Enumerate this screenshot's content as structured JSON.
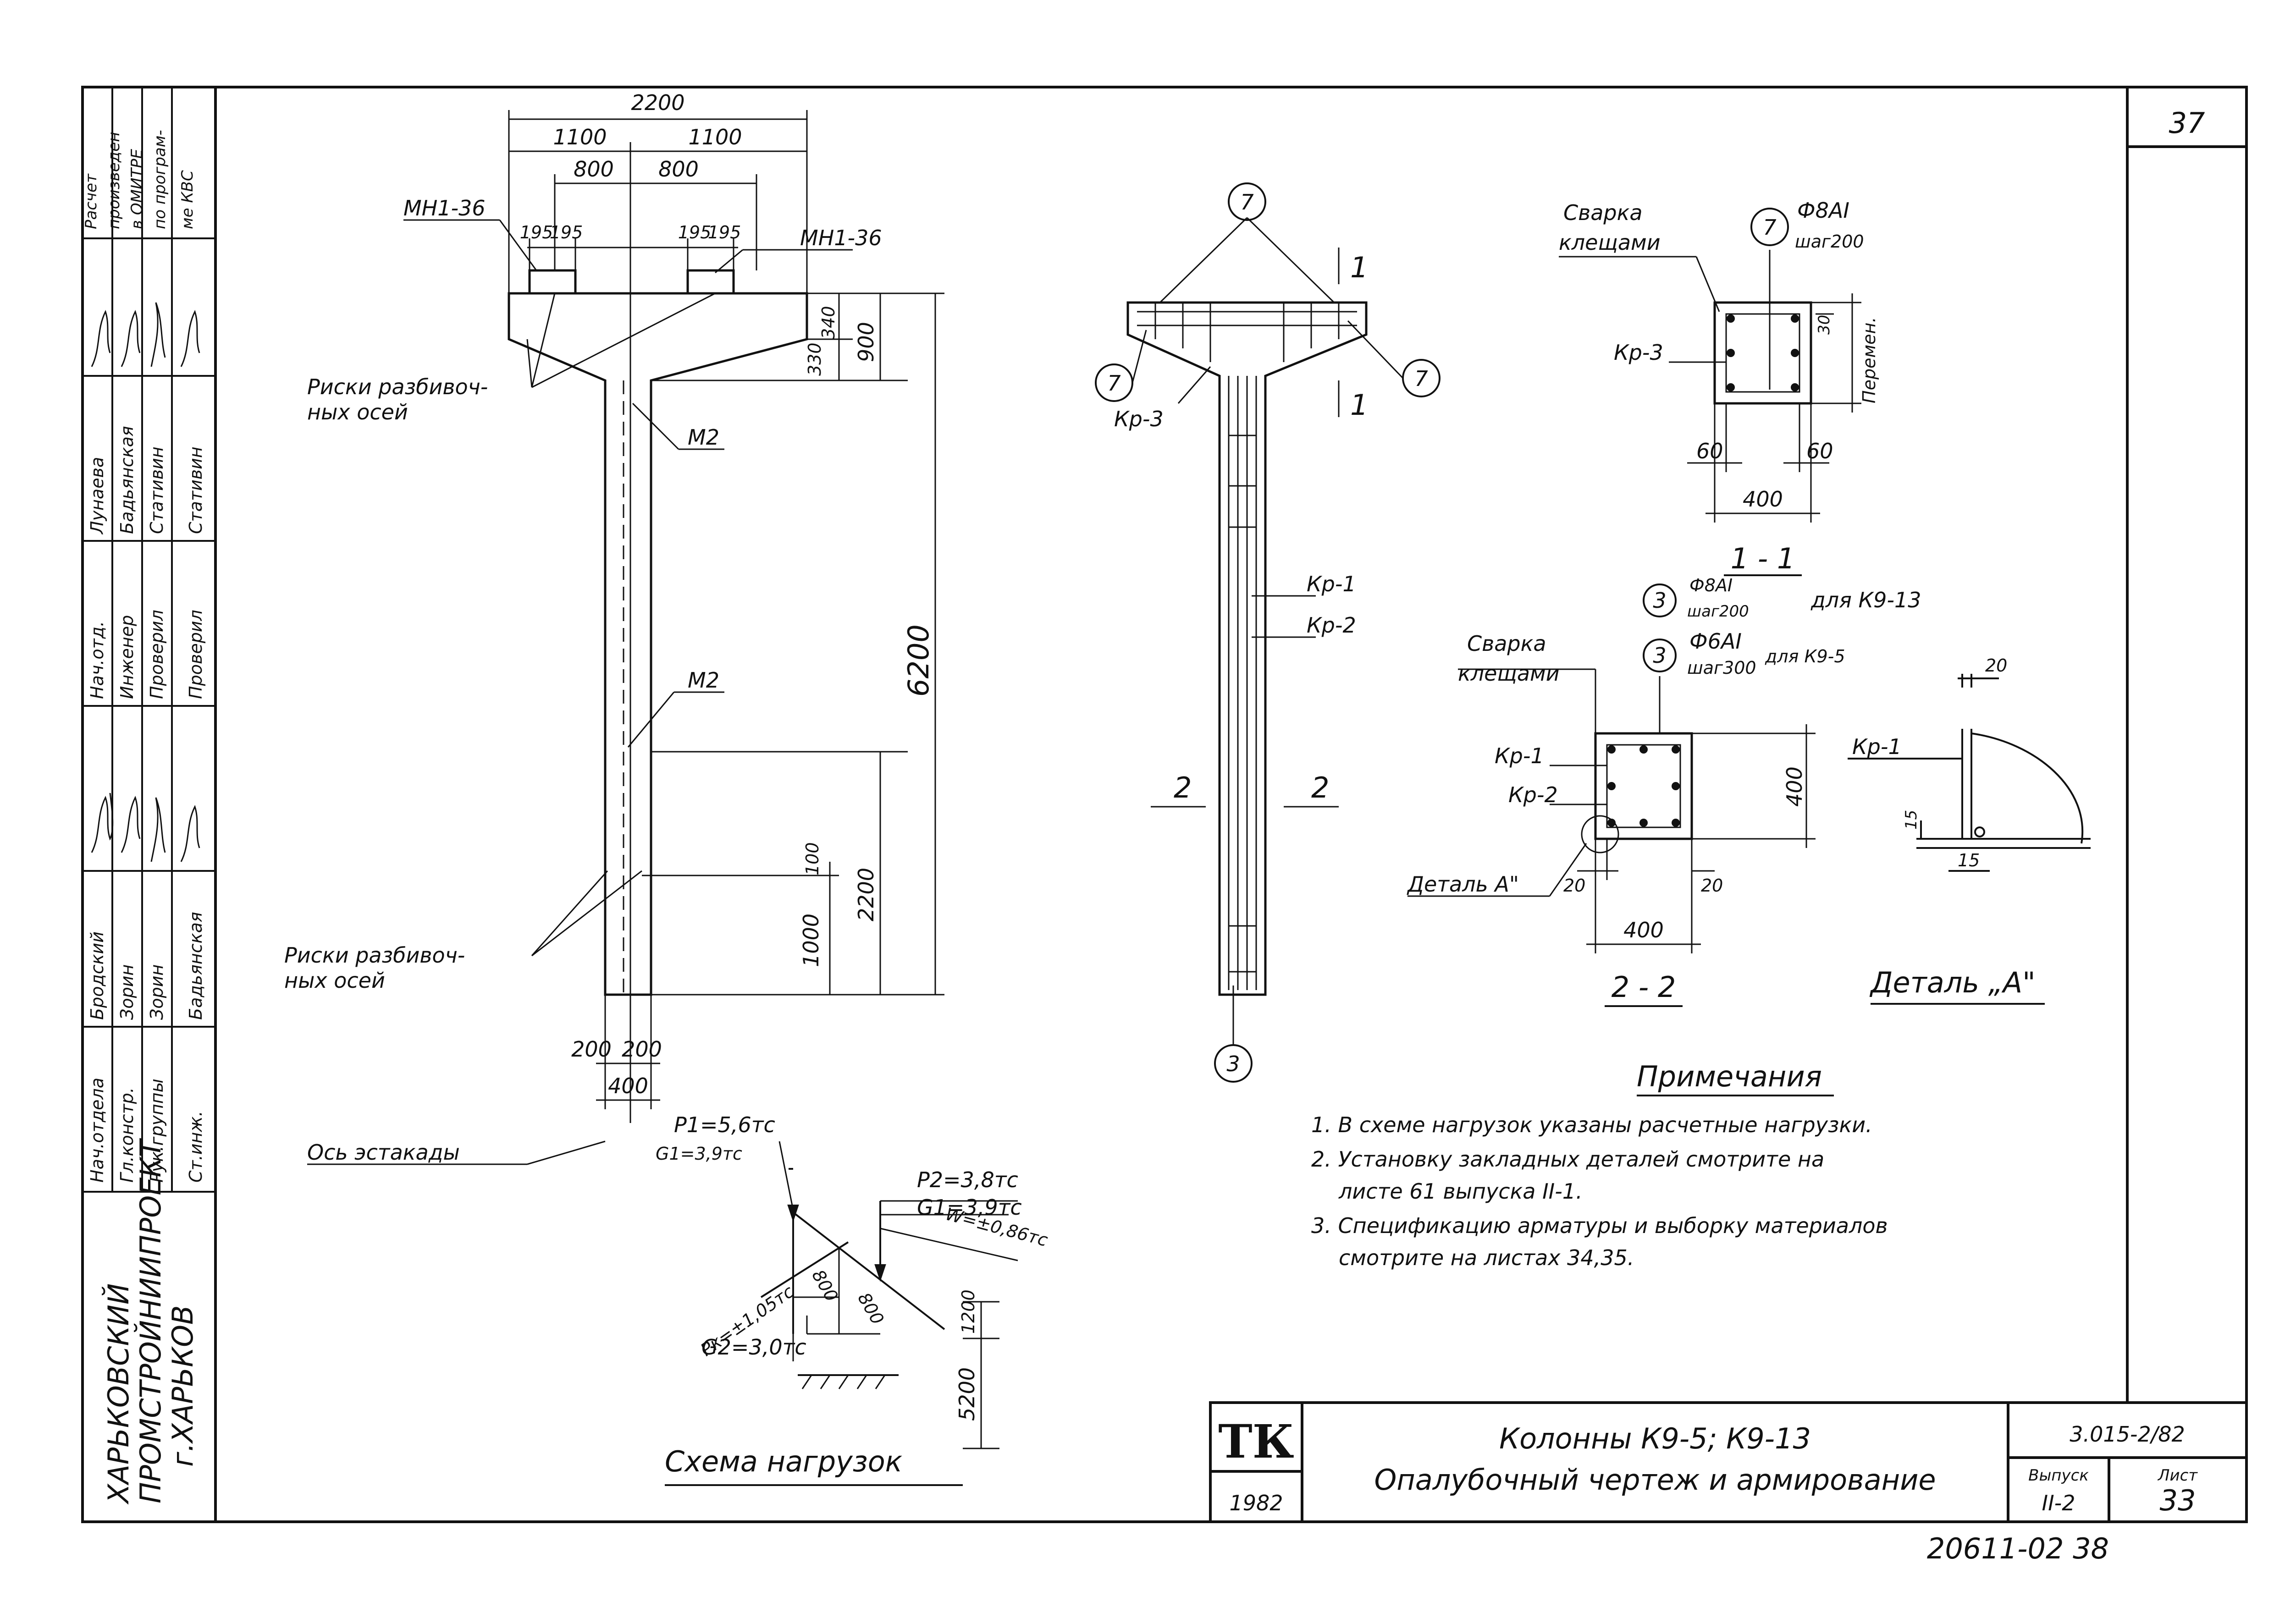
{
  "sheet_number": "37",
  "stamp_bottom": "20611-02  38",
  "organization": {
    "line1": "ХАРЬКОВСКИЙ",
    "line2": "ПРОМСТРОЙНИИПРОЕКТ",
    "line3": "г.ХАРЬКОВ"
  },
  "staff_table": {
    "roles": [
      "Нач.отдела",
      "Гл.констр.",
      "Рук.группы",
      "Ст.инж."
    ],
    "names": [
      "Бродский",
      "Зорин",
      "Зорин",
      "Бадьянская"
    ],
    "roles2": [
      "Нач.отд.",
      "Инженер",
      "Проверил",
      "Проверил"
    ],
    "names2": [
      "Лунаева",
      "Бадьянская",
      "Стативин",
      "Стативин"
    ],
    "calc_note": [
      "Расчет",
      "произведен",
      "в ОМИТРЕ",
      "по програм-",
      "ме КВС"
    ]
  },
  "title_block": {
    "logo": "ТК",
    "year": "1982",
    "title_line1": "Колонны К9-5; К9-13",
    "title_line2": "Опалубочный чертеж и армирование",
    "code": "3.015-2/82",
    "issue_label": "Выпуск",
    "issue_value": "II-2",
    "sheet_label": "Лист",
    "sheet_value": "33"
  },
  "elevation": {
    "dims_top": [
      "2200",
      "1100",
      "1100",
      "800",
      "800",
      "195",
      "195",
      "195",
      "195"
    ],
    "embed_left": "МН1-36",
    "embed_right": "МН1-36",
    "m2_upper": "М2",
    "m2_lower": "М2",
    "axis_note_1a": "Риски разбивоч-",
    "axis_note_1b": "ных осей",
    "axis_note_2a": "Риски разбивоч-",
    "axis_note_2b": "ных осей",
    "dims_right": [
      "330",
      "340",
      "900",
      "6200",
      "100",
      "1000",
      "2200"
    ],
    "dims_bottom": [
      "200",
      "200",
      "400"
    ],
    "trestle_axis": "Ось эстакады"
  },
  "reinforcement": {
    "pos7": "7",
    "pos3": "3",
    "cage_kp3": "Кр-3",
    "cage_kp1": "Кр-1",
    "cage_kp2": "Кр-2",
    "section_1": "1",
    "section_2": "2"
  },
  "section_11": {
    "weld_a": "Сварка",
    "weld_b": "клещами",
    "pos": "7",
    "bar": "Ф8АI",
    "step": "шаг200",
    "cage": "Кр-3",
    "dim30": "30",
    "var": "Перемен.",
    "dim60a": "60",
    "dim60b": "60",
    "dim400": "400",
    "caption": "1 - 1"
  },
  "section_22": {
    "pos_a": "3",
    "bar_a": "Ф8АI",
    "step_a": "шаг200",
    "for_a": "для К9-13",
    "pos_b": "3",
    "bar_b": "Ф6АI",
    "step_b": "шаг300",
    "for_b": "для К9-5",
    "weld_a": "Сварка",
    "weld_b": "клещами",
    "cage1": "Кр-1",
    "cage2": "Кр-2",
    "dim400v": "400",
    "detail_ref": "Деталь А\"",
    "dim20a": "20",
    "dim20b": "20",
    "dim400h": "400",
    "caption": "2 - 2"
  },
  "detail_a": {
    "dim20": "20",
    "cage": "Кр-1",
    "dim15a": "15",
    "dim15b": "15",
    "caption": "Деталь „А\""
  },
  "load_scheme": {
    "p1": "P1=5,6тс",
    "g1a": "G1=3,9тс",
    "p2": "P2=3,8тс",
    "g1b": "G1=3,9тс",
    "w": "W=±0,86тс",
    "pk": "Pк=±1,05тс",
    "d800a": "800",
    "d800b": "800",
    "d1200": "1200",
    "g2": "G2=3,0тс",
    "d5200": "5200",
    "caption": "Схема нагрузок"
  },
  "notes": {
    "heading": "Примечания",
    "items": [
      "1. В схеме нагрузок указаны расчетные нагрузки.",
      "2. Установку закладных деталей смотрите на",
      "листе 61 выпуска II-1.",
      "3. Спецификацию арматуры и выборку материалов",
      "смотрите на листах 34,35."
    ]
  }
}
